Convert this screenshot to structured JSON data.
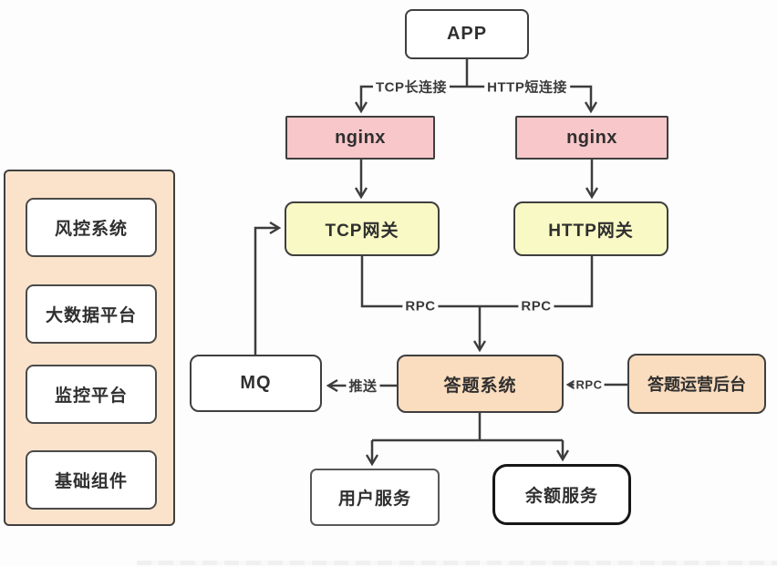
{
  "diagram_title": "answer-system-architecture",
  "colors": {
    "line": "#3d3d3d",
    "node_border": "#3f3f3f",
    "nginx_pink": "#f8c7c9",
    "gateway_yellow": "#f9f9c6",
    "system_orange": "#fadcbe",
    "sidebar_peach": "#fbe3cb",
    "node_white": "#ffffff",
    "text": "#2f2f2f"
  },
  "nodes": {
    "app": {
      "label": "APP"
    },
    "nginx_left": {
      "label": "nginx"
    },
    "nginx_right": {
      "label": "nginx"
    },
    "tcp_gateway": {
      "label": "TCP网关"
    },
    "http_gateway": {
      "label": "HTTP网关"
    },
    "mq": {
      "label": "MQ"
    },
    "answer_system": {
      "label": "答题系统"
    },
    "admin_backend": {
      "label": "答题运营后台"
    },
    "user_service": {
      "label": "用户服务"
    },
    "balance_service": {
      "label": "余额服务"
    }
  },
  "edge_labels": {
    "tcp_long_connection": "TCP长连接",
    "http_short_connection": "HTTP短连接",
    "rpc_left": "RPC",
    "rpc_right": "RPC",
    "push": "推送",
    "rpc_admin": "RPC"
  },
  "sidebar": {
    "items": [
      {
        "label": "风控系统"
      },
      {
        "label": "大数据平台"
      },
      {
        "label": "监控平台"
      },
      {
        "label": "基础组件"
      }
    ]
  }
}
